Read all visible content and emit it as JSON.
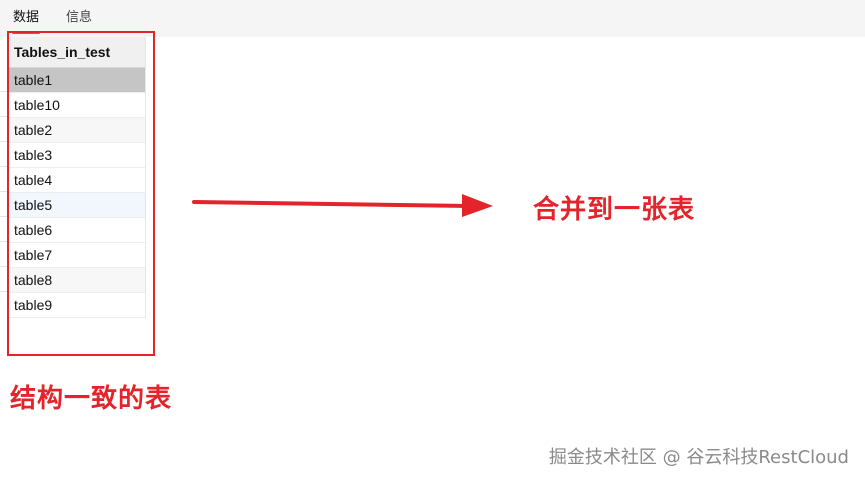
{
  "tabs": [
    {
      "label": "数据"
    },
    {
      "label": "信息"
    }
  ],
  "table": {
    "header": "Tables_in_test",
    "rows": [
      "table1",
      "table10",
      "table2",
      "table3",
      "table4",
      "table5",
      "table6",
      "table7",
      "table8",
      "table9"
    ]
  },
  "annotations": {
    "merge_text": "合并到一张表",
    "same_structure_text": "结构一致的表"
  },
  "watermark": "掘金技术社区 @ 谷云科技RestCloud",
  "colors": {
    "annotation_red": "#e3242b",
    "tab_underline": "#1f8ad6",
    "selected_row": "#c5c5c5"
  }
}
